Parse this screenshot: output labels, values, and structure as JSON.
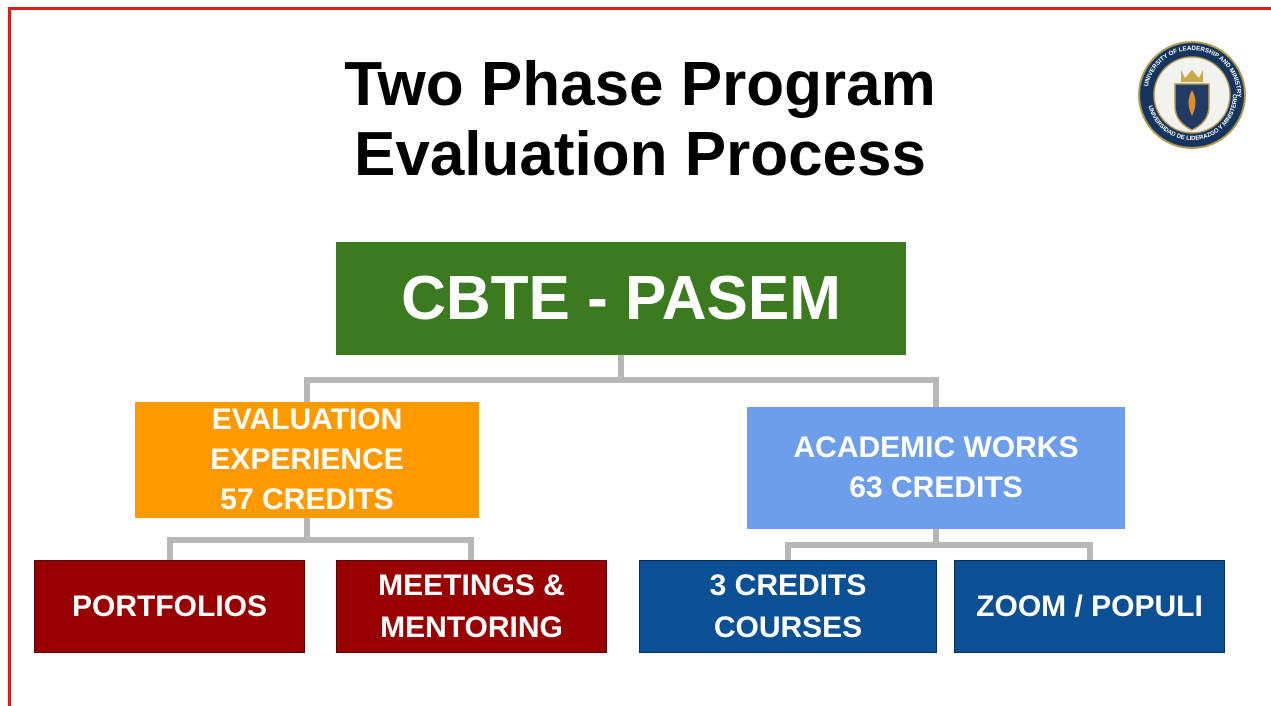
{
  "title": {
    "line1": "Two Phase Program",
    "line2": "Evaluation Process"
  },
  "logo": {
    "outer_ring_text": "UNIVERSITY OF LEADERSHIP AND MINISTRY",
    "inner_ring_text": "UNIVERSIDAD DE LIDERAZGO Y MINISTERIO",
    "icon": "university-seal-icon"
  },
  "root": {
    "label": "CBTE - PASEM",
    "color": "#3b7a1e"
  },
  "phases": [
    {
      "lines": [
        "EVALUATION",
        "EXPERIENCE",
        "57 CREDITS"
      ],
      "color": "#ff9900"
    },
    {
      "lines": [
        "ACADEMIC WORKS",
        "63 CREDITS"
      ],
      "color": "#6d9eeb"
    }
  ],
  "leaves": [
    {
      "lines": [
        "PORTFOLIOS"
      ],
      "color": "#990000"
    },
    {
      "lines": [
        "MEETINGS &",
        "MENTORING"
      ],
      "color": "#990000"
    },
    {
      "lines": [
        "3 CREDITS",
        "COURSES"
      ],
      "color": "#0b4f94"
    },
    {
      "lines": [
        "ZOOM / POPULI"
      ],
      "color": "#0b4f94"
    }
  ],
  "colors": {
    "frame": "#e01b1b",
    "connector": "#b7b7b7"
  }
}
